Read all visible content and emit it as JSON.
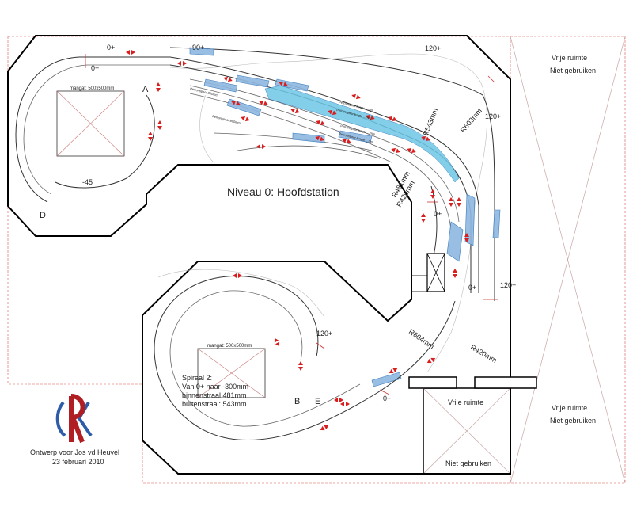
{
  "title": "Niveau 0: Hoofdstation",
  "free_space": [
    "Vrije ruimte",
    "Niet gebruiken"
  ],
  "free_space_short": [
    "Vrije ruimte",
    "Niet gebruiken"
  ],
  "manhole_top": "mangat: 500x500mm",
  "manhole_bottom": "mangat: 500x500mm",
  "spiral": {
    "lines": [
      "Spiraal 2:",
      "Van 0+ naar -300mm",
      "binnenstraal 481mm",
      "buitenstraal: 543mm"
    ]
  },
  "track_levels": [
    "0+",
    "0+",
    "90+",
    "120+",
    "120+",
    "-45",
    "0+",
    "120+",
    "0+",
    "120+",
    "0+"
  ],
  "radii": [
    "R543mm",
    "R603mm",
    "R481mm",
    "R420mm",
    "R604mm",
    "R420mm"
  ],
  "markers": [
    "A",
    "D",
    "B",
    "E"
  ],
  "platform_notes": [
    "Perronspoor lengte ...mm",
    "Perronspoor lengte ...mm",
    "Perronspoor lengte ...mm",
    "Perronspoor lengte ...mm",
    "Perronspoor 800mm",
    "Perronspoor 800mm"
  ],
  "signature": {
    "logo_text": "RK",
    "line1": "Ontwerp voor Jos vd Heuvel",
    "line2": "23 februari 2010"
  },
  "colors": {
    "arrows": "#d81e1e",
    "platform": "#6ec6e6",
    "switches": "#2a6fb5",
    "logo_blue": "#2d5ca8",
    "logo_red": "#b01e23",
    "dashed_border": "#d9534f"
  }
}
